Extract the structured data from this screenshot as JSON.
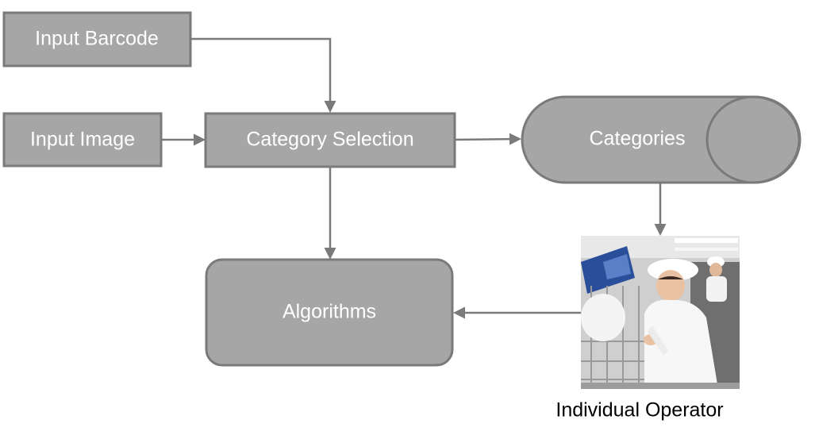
{
  "nodes": {
    "input_barcode": "Input Barcode",
    "input_image": "Input Image",
    "category_selection": "Category Selection",
    "categories": "Categories",
    "algorithms": "Algorithms",
    "individual_operator": "Individual Operator"
  },
  "colors": {
    "node_fill": "#a6a6a6",
    "node_stroke": "#7a7a7a",
    "arrow": "#7a7a7a",
    "node_text": "#ffffff",
    "caption_text": "#000000"
  },
  "edges": [
    {
      "from": "Input Barcode",
      "to": "Category Selection"
    },
    {
      "from": "Input Image",
      "to": "Category Selection"
    },
    {
      "from": "Category Selection",
      "to": "Categories"
    },
    {
      "from": "Category Selection",
      "to": "Algorithms"
    },
    {
      "from": "Categories",
      "to": "Individual Operator"
    },
    {
      "from": "Individual Operator",
      "to": "Algorithms"
    }
  ]
}
